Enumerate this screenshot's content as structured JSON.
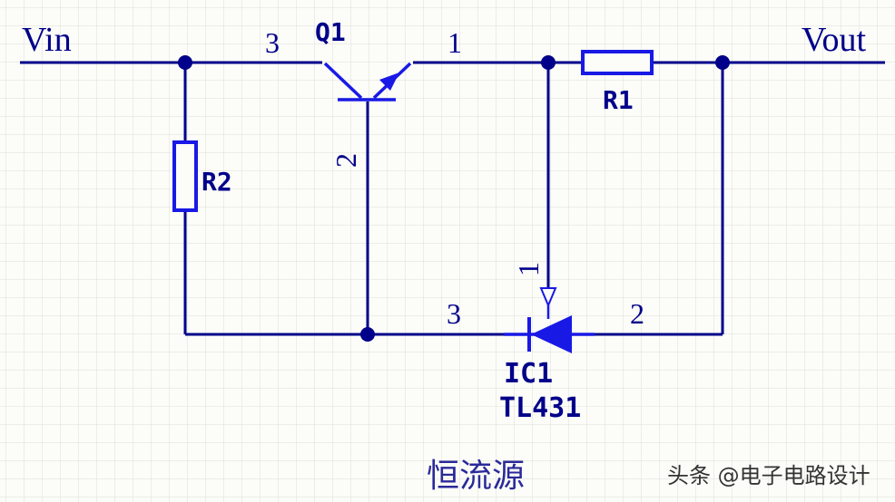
{
  "colors": {
    "background": "#fcfcf8",
    "grid": "#dedfd9",
    "wire": "#00008a",
    "component": "#1919e6",
    "label": "#00008a",
    "title": "#2a2a9a",
    "watermark": "#333333"
  },
  "ports": {
    "vin": "Vin",
    "vout": "Vout"
  },
  "components": {
    "q1": {
      "designator": "Q1",
      "pin_collector": "3",
      "pin_emitter": "1",
      "pin_base": "2"
    },
    "r1": {
      "designator": "R1"
    },
    "r2": {
      "designator": "R2"
    },
    "ic1": {
      "designator": "IC1",
      "part": "TL431",
      "pin_cathode": "3",
      "pin_anode": "2",
      "pin_ref": "1"
    }
  },
  "title": "恒流源",
  "watermark": "头条 @电子电路设计"
}
